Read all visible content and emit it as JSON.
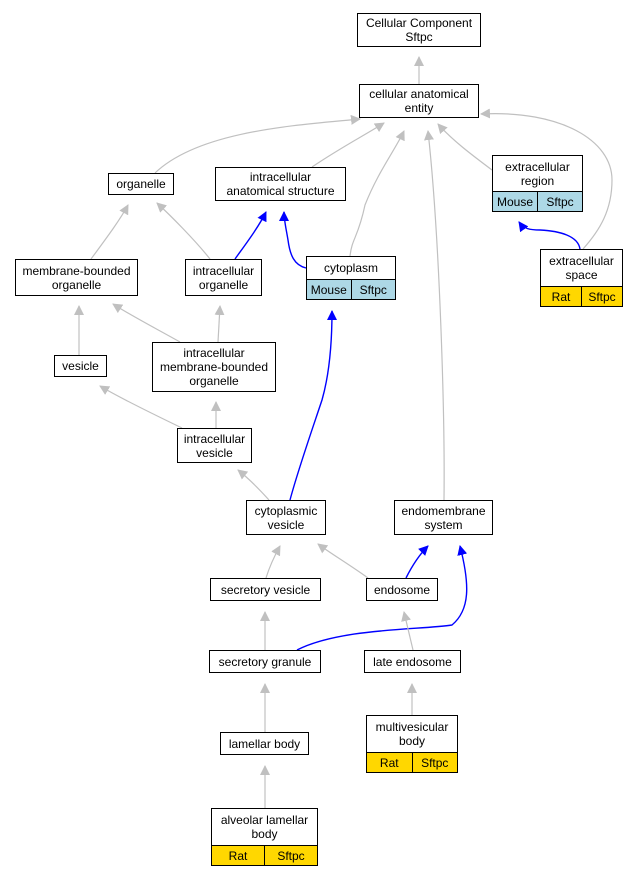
{
  "colors": {
    "edge_gray": "#c0c0c0",
    "edge_blue": "#0000ff",
    "mouse_bg": "#add8e6",
    "rat_bg": "#ffd700"
  },
  "nodes": {
    "cellular_component": {
      "lines": [
        "Cellular Component",
        "Sftpc"
      ]
    },
    "cellular_anatomical_entity": {
      "lines": [
        "cellular anatomical",
        "entity"
      ]
    },
    "organelle": {
      "lines": [
        "organelle"
      ]
    },
    "intracellular_anatomical_structure": {
      "lines": [
        "intracellular",
        "anatomical structure"
      ]
    },
    "extracellular_region": {
      "lines": [
        "extracellular",
        "region"
      ],
      "badges": [
        {
          "text": "Mouse",
          "color": "#add8e6"
        },
        {
          "text": "Sftpc",
          "color": "#add8e6"
        }
      ]
    },
    "membrane_bounded_organelle": {
      "lines": [
        "membrane-bounded",
        "organelle"
      ]
    },
    "intracellular_organelle": {
      "lines": [
        "intracellular",
        "organelle"
      ]
    },
    "cytoplasm": {
      "lines": [
        "cytoplasm"
      ],
      "badges": [
        {
          "text": "Mouse",
          "color": "#add8e6"
        },
        {
          "text": "Sftpc",
          "color": "#add8e6"
        }
      ]
    },
    "extracellular_space": {
      "lines": [
        "extracellular",
        "space"
      ],
      "badges": [
        {
          "text": "Rat",
          "color": "#ffd700"
        },
        {
          "text": "Sftpc",
          "color": "#ffd700"
        }
      ]
    },
    "vesicle": {
      "lines": [
        "vesicle"
      ]
    },
    "intracellular_membrane_bounded_organelle": {
      "lines": [
        "intracellular",
        "membrane-bounded",
        "organelle"
      ]
    },
    "intracellular_vesicle": {
      "lines": [
        "intracellular",
        "vesicle"
      ]
    },
    "cytoplasmic_vesicle": {
      "lines": [
        "cytoplasmic",
        "vesicle"
      ]
    },
    "endomembrane_system": {
      "lines": [
        "endomembrane",
        "system"
      ]
    },
    "secretory_vesicle": {
      "lines": [
        "secretory vesicle"
      ]
    },
    "endosome": {
      "lines": [
        "endosome"
      ]
    },
    "secretory_granule": {
      "lines": [
        "secretory granule"
      ]
    },
    "late_endosome": {
      "lines": [
        "late endosome"
      ]
    },
    "lamellar_body": {
      "lines": [
        "lamellar body"
      ]
    },
    "multivesicular_body": {
      "lines": [
        "multivesicular",
        "body"
      ],
      "badges": [
        {
          "text": "Rat",
          "color": "#ffd700"
        },
        {
          "text": "Sftpc",
          "color": "#ffd700"
        }
      ]
    },
    "alveolar_lamellar_body": {
      "lines": [
        "alveolar lamellar",
        "body"
      ],
      "badges": [
        {
          "text": "Rat",
          "color": "#ffd700"
        },
        {
          "text": "Sftpc",
          "color": "#ffd700"
        }
      ]
    }
  },
  "edges": [
    {
      "from": "cellular_anatomical_entity",
      "to": "cellular_component",
      "color": "gray"
    },
    {
      "from": "organelle",
      "to": "cellular_anatomical_entity",
      "color": "gray"
    },
    {
      "from": "intracellular_anatomical_structure",
      "to": "cellular_anatomical_entity",
      "color": "gray"
    },
    {
      "from": "cytoplasm",
      "to": "cellular_anatomical_entity",
      "color": "gray"
    },
    {
      "from": "endomembrane_system",
      "to": "cellular_anatomical_entity",
      "color": "gray"
    },
    {
      "from": "extracellular_region",
      "to": "cellular_anatomical_entity",
      "color": "gray"
    },
    {
      "from": "extracellular_space",
      "to": "cellular_anatomical_entity",
      "color": "gray"
    },
    {
      "from": "membrane_bounded_organelle",
      "to": "organelle",
      "color": "gray"
    },
    {
      "from": "intracellular_organelle",
      "to": "organelle",
      "color": "gray"
    },
    {
      "from": "intracellular_organelle",
      "to": "intracellular_anatomical_structure",
      "color": "blue"
    },
    {
      "from": "cytoplasm",
      "to": "intracellular_anatomical_structure",
      "color": "blue"
    },
    {
      "from": "extracellular_space",
      "to": "extracellular_region",
      "color": "blue"
    },
    {
      "from": "vesicle",
      "to": "membrane_bounded_organelle",
      "color": "gray"
    },
    {
      "from": "intracellular_membrane_bounded_organelle",
      "to": "membrane_bounded_organelle",
      "color": "gray"
    },
    {
      "from": "intracellular_membrane_bounded_organelle",
      "to": "intracellular_organelle",
      "color": "gray"
    },
    {
      "from": "intracellular_vesicle",
      "to": "vesicle",
      "color": "gray"
    },
    {
      "from": "intracellular_vesicle",
      "to": "intracellular_membrane_bounded_organelle",
      "color": "gray"
    },
    {
      "from": "cytoplasmic_vesicle",
      "to": "intracellular_vesicle",
      "color": "gray"
    },
    {
      "from": "cytoplasmic_vesicle",
      "to": "cytoplasm",
      "color": "blue"
    },
    {
      "from": "secretory_vesicle",
      "to": "cytoplasmic_vesicle",
      "color": "gray"
    },
    {
      "from": "endosome",
      "to": "cytoplasmic_vesicle",
      "color": "gray"
    },
    {
      "from": "endosome",
      "to": "endomembrane_system",
      "color": "blue"
    },
    {
      "from": "secretory_granule",
      "to": "secretory_vesicle",
      "color": "gray"
    },
    {
      "from": "secretory_granule",
      "to": "endomembrane_system",
      "color": "blue"
    },
    {
      "from": "late_endosome",
      "to": "endosome",
      "color": "gray"
    },
    {
      "from": "lamellar_body",
      "to": "secretory_granule",
      "color": "gray"
    },
    {
      "from": "multivesicular_body",
      "to": "late_endosome",
      "color": "gray"
    },
    {
      "from": "alveolar_lamellar_body",
      "to": "lamellar_body",
      "color": "gray"
    }
  ]
}
